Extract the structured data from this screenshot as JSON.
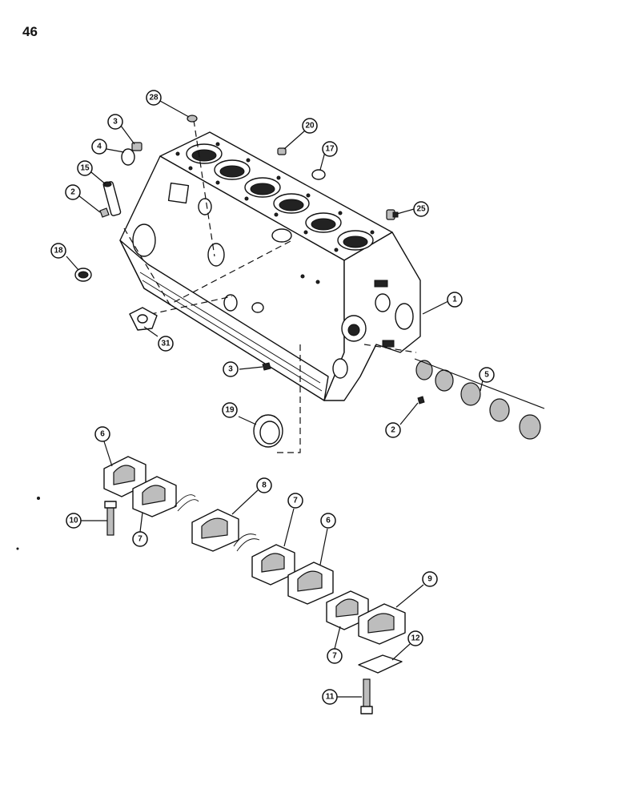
{
  "page": {
    "number": "46"
  },
  "callouts": {
    "c1": "1",
    "c2a": "2",
    "c2b": "2",
    "c3a": "3",
    "c3b": "3",
    "c4": "4",
    "c5": "5",
    "c6a": "6",
    "c6b": "6",
    "c7a": "7",
    "c7b": "7",
    "c7c": "7",
    "c8": "8",
    "c9": "9",
    "c10": "10",
    "c11": "11",
    "c12": "12",
    "c15": "15",
    "c17": "17",
    "c18": "18",
    "c19": "19",
    "c20": "20",
    "c25": "25",
    "c28": "28",
    "c31": "31"
  }
}
